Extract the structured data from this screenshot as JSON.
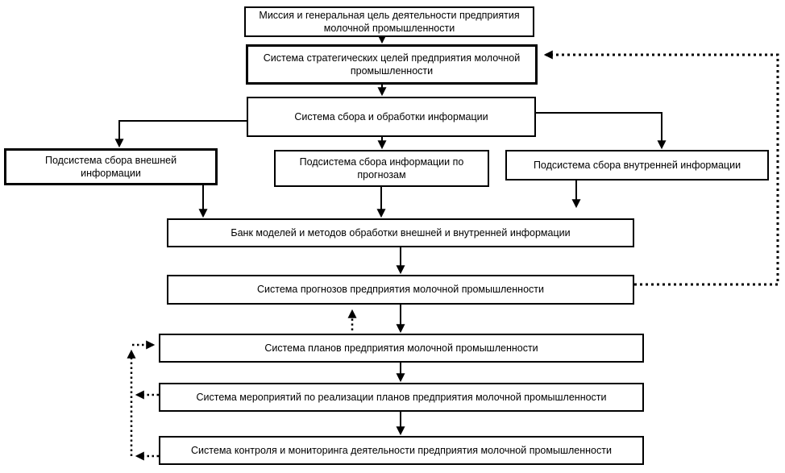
{
  "diagram": {
    "language": "ru",
    "colors": {
      "background": "#ffffff",
      "box_fill": "#ffffff",
      "box_border": "#000000",
      "text": "#000000",
      "connector": "#000000"
    },
    "nodes": [
      {
        "id": "mission",
        "label": "Миссия и генеральная цель деятельности предприятия молочной промышленности"
      },
      {
        "id": "strategic-goals",
        "label": "Система стратегических целей предприятия молочной промышленности"
      },
      {
        "id": "info-collection",
        "label": "Система сбора и обработки информации"
      },
      {
        "id": "external-info",
        "label": "Подсистема сбора внешней информации"
      },
      {
        "id": "forecast-info",
        "label": "Подсистема сбора информации по прогнозам"
      },
      {
        "id": "internal-info",
        "label": "Подсистема сбора внутренней информации"
      },
      {
        "id": "model-bank",
        "label": "Банк моделей и методов обработки внешней и внутренней информации"
      },
      {
        "id": "forecast-system",
        "label": "Система прогнозов предприятия молочной промышленности"
      },
      {
        "id": "plan-system",
        "label": "Система планов предприятия молочной промышленности"
      },
      {
        "id": "measures-system",
        "label": "Система мероприятий по реализации планов предприятия молочной промышленности"
      },
      {
        "id": "control-system",
        "label": "Система контроля и мониторинга деятельности предприятия молочной промышленности"
      }
    ],
    "edges": [
      {
        "from": "mission",
        "to": "strategic-goals",
        "style": "solid"
      },
      {
        "from": "strategic-goals",
        "to": "info-collection",
        "style": "solid"
      },
      {
        "from": "info-collection",
        "to": "external-info",
        "style": "solid"
      },
      {
        "from": "info-collection",
        "to": "forecast-info",
        "style": "solid"
      },
      {
        "from": "info-collection",
        "to": "internal-info",
        "style": "solid"
      },
      {
        "from": "external-info",
        "to": "model-bank",
        "style": "solid"
      },
      {
        "from": "forecast-info",
        "to": "model-bank",
        "style": "solid"
      },
      {
        "from": "internal-info",
        "to": "model-bank",
        "style": "solid"
      },
      {
        "from": "model-bank",
        "to": "forecast-system",
        "style": "solid"
      },
      {
        "from": "forecast-system",
        "to": "plan-system",
        "style": "solid"
      },
      {
        "from": "plan-system",
        "to": "measures-system",
        "style": "solid"
      },
      {
        "from": "measures-system",
        "to": "control-system",
        "style": "solid"
      },
      {
        "from": "forecast-system",
        "to": "strategic-goals",
        "style": "dotted-feedback"
      },
      {
        "from": "plan-system",
        "to": "forecast-system",
        "style": "dotted-feedback"
      },
      {
        "from": "measures-system",
        "to": "plan-system",
        "style": "dotted-feedback"
      },
      {
        "from": "control-system",
        "to": "plan-system",
        "style": "dotted-feedback"
      }
    ]
  }
}
